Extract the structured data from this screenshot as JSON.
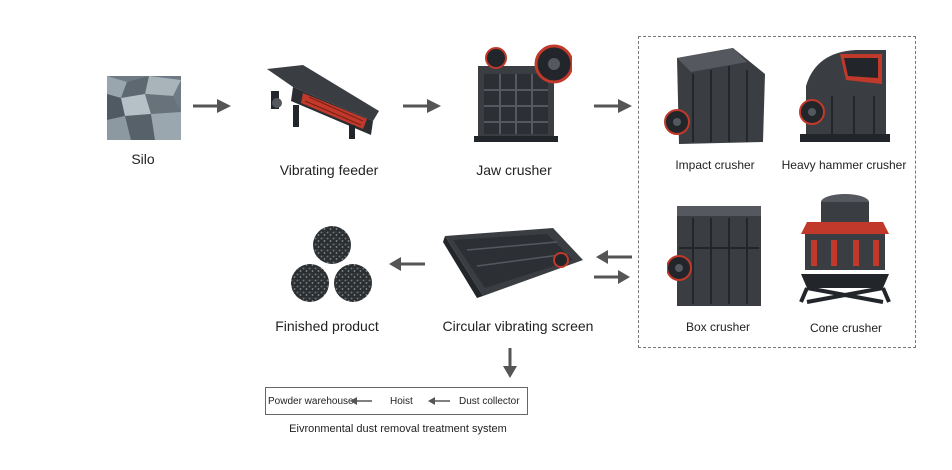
{
  "stages": {
    "silo": "Silo",
    "vibrating_feeder": "Vibrating feeder",
    "jaw_crusher": "Jaw crusher",
    "impact_crusher": "Impact crusher",
    "heavy_hammer_crusher": "Heavy hammer crusher",
    "box_crusher": "Box crusher",
    "cone_crusher": "Cone crusher",
    "circular_vibrating_screen": "Circular vibrating screen",
    "finished_product": "Finished product"
  },
  "dust_system": {
    "powder_warehouse": "Powder warehouse",
    "hoist": "Hoist",
    "dust_collector": "Dust collector",
    "caption": "Eivronmental dust removal treatment system"
  },
  "colors": {
    "machine_body": "#3a3d42",
    "machine_dark": "#22252a",
    "accent_red": "#c0392b",
    "arrow": "#555555",
    "rock": "#7d8891"
  }
}
